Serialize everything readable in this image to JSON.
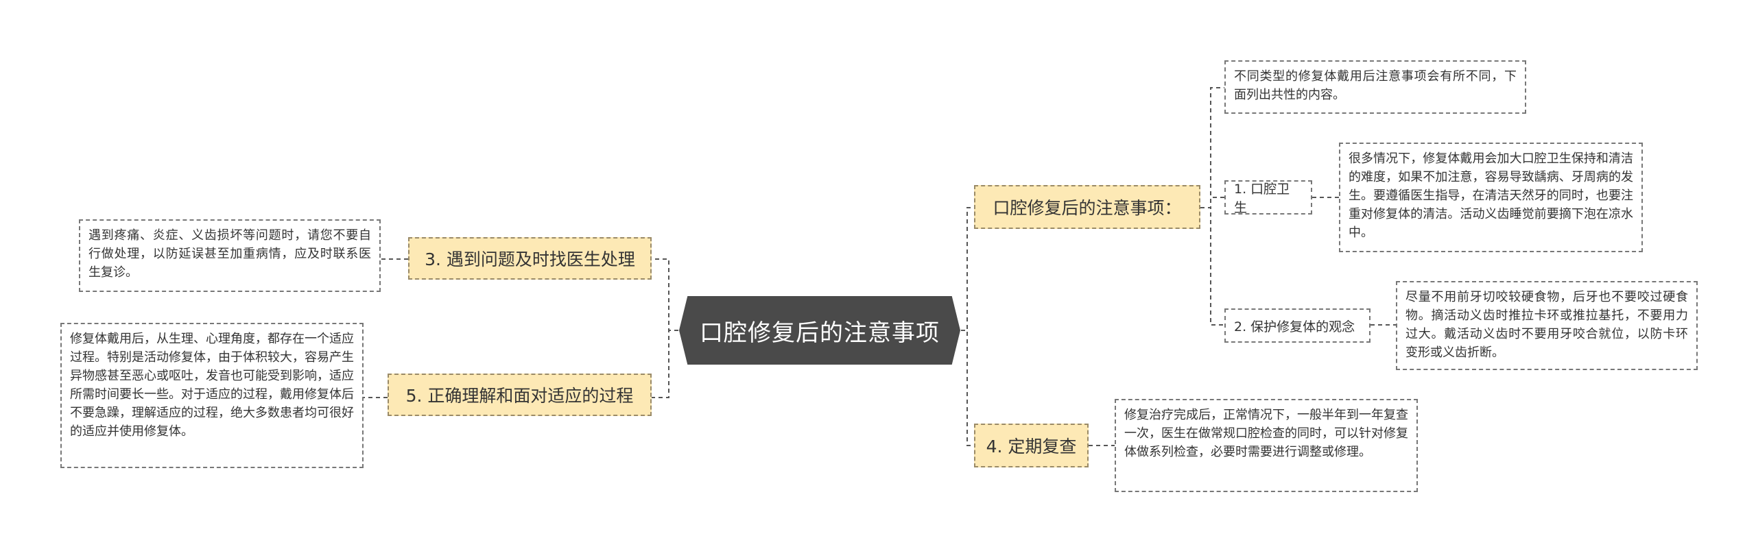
{
  "root": {
    "label": "口腔修复后的注意事项"
  },
  "left": {
    "topic3": {
      "label": "3. 遇到问题及时找医生处理",
      "note": "遇到疼痛、炎症、义齿损坏等问题时，请您不要自行做处理，以防延误甚至加重病情，应及时联系医生复诊。"
    },
    "topic5": {
      "label": "5. 正确理解和面对适应的过程",
      "note": "修复体戴用后，从生理、心理角度，都存在一个适应过程。特别是活动修复体，由于体积较大，容易产生异物感甚至恶心或呕吐，发音也可能受到影响，适应所需时间要长一些。对于适应的过程，戴用修复体后不要急躁，理解适应的过程，绝大多数患者均可很好的适应并使用修复体。"
    }
  },
  "right": {
    "topicA": {
      "label": "口腔修复后的注意事项：",
      "intro": "不同类型的修复体戴用后注意事项会有所不同，下面列出共性的内容。",
      "sub1": {
        "label": "1. 口腔卫生",
        "note": "很多情况下，修复体戴用会加大口腔卫生保持和清洁的难度，如果不加注意，容易导致龋病、牙周病的发生。要遵循医生指导，在清洁天然牙的同时，也要注重对修复体的清洁。活动义齿睡觉前要摘下泡在凉水中。"
      },
      "sub2": {
        "label": "2. 保护修复体的观念",
        "note": "尽量不用前牙切咬较硬食物，后牙也不要咬过硬食物。摘活动义齿时推拉卡环或推拉基托，不要用力过大。戴活动义齿时不要用牙咬合就位，以防卡环变形或义齿折断。"
      }
    },
    "topic4": {
      "label": "4. 定期复查",
      "note": "修复治疗完成后，正常情况下，一般半年到一年复查一次，医生在做常规口腔检查的同时，可以针对修复体做系列检查，必要时需要进行调整或修理。"
    }
  },
  "colors": {
    "root_fill": "#4a4a4a",
    "topic_fill": "#fde9b5",
    "line": "#555555"
  }
}
